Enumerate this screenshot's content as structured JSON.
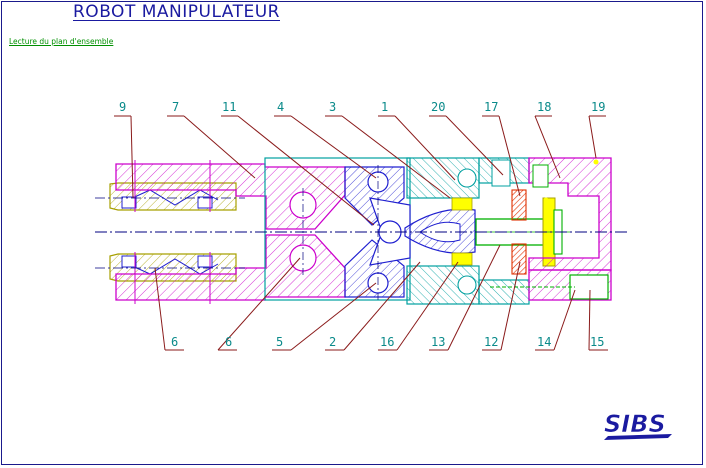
{
  "title": "ROBOT MANIPULATEUR",
  "subtitle": "Lecture du plan d'ensemble",
  "logo_text": "SIBS",
  "part_numbers_top": [
    "9",
    "7",
    "11",
    "4",
    "3",
    "1",
    "20",
    "17",
    "18",
    "19"
  ],
  "part_numbers_bottom": [
    "6",
    "6",
    "5",
    "2",
    "16",
    "13",
    "12",
    "14",
    "15"
  ],
  "colors": {
    "frame": "#1a1a8c",
    "leader": "#8a1a1a",
    "label": "#0a8a8a",
    "magenta": "#cc00cc",
    "cyan": "#00a0a0",
    "green": "#00b000",
    "olive": "#a8a000",
    "blue": "#2020d0",
    "yellow": "#ffff00",
    "red": "#e03000",
    "centerline": "#000080"
  }
}
